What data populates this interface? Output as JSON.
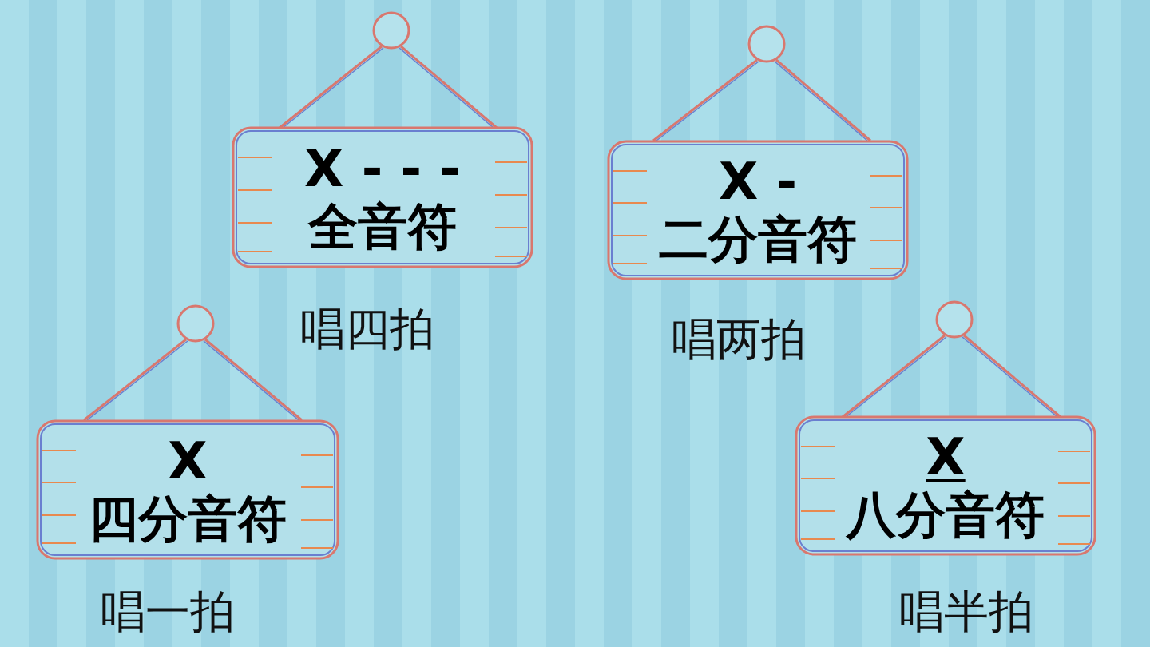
{
  "diagram": {
    "nodes": [
      {
        "text": [
          "X - - -",
          "全音符"
        ]
      },
      {
        "text": [
          "X -",
          "二分音符"
        ]
      },
      {
        "text": [
          "X",
          "四分音符"
        ]
      },
      {
        "text": [
          "X",
          "八分音符"
        ]
      }
    ],
    "labels": [
      "唱四拍",
      "唱两拍",
      "唱一拍",
      "唱半拍"
    ]
  }
}
